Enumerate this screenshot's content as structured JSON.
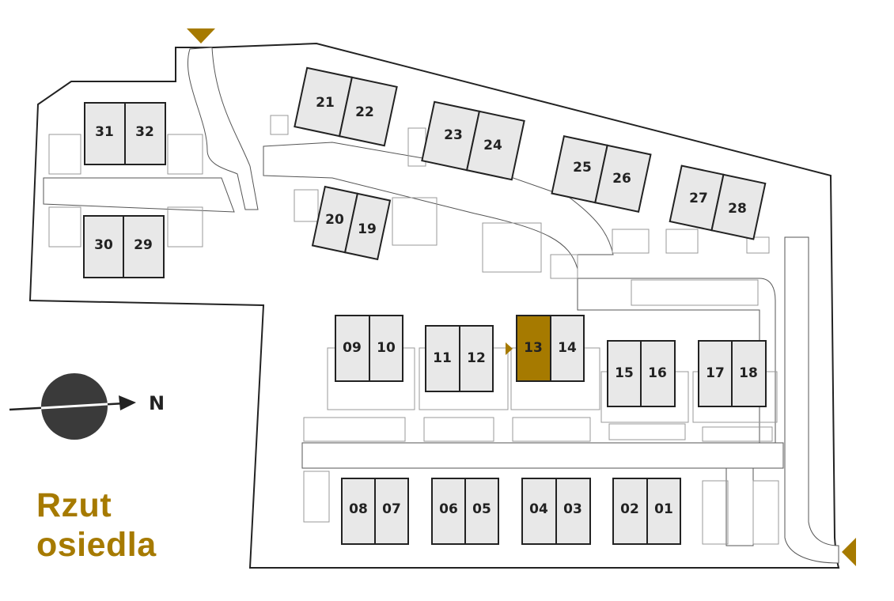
{
  "title": {
    "line1": "Rzut",
    "line2": "osiedla"
  },
  "compass": {
    "label": "N"
  },
  "colors": {
    "accent": "#a67a00",
    "unit_fill": "#e8e8e8",
    "selected_fill": "#a67a00",
    "outline": "#222222"
  },
  "selected_unit": "13",
  "units": {
    "u01": "01",
    "u02": "02",
    "u03": "03",
    "u04": "04",
    "u05": "05",
    "u06": "06",
    "u07": "07",
    "u08": "08",
    "u09": "09",
    "u10": "10",
    "u11": "11",
    "u12": "12",
    "u13": "13",
    "u14": "14",
    "u15": "15",
    "u16": "16",
    "u17": "17",
    "u18": "18",
    "u19": "19",
    "u20": "20",
    "u21": "21",
    "u22": "22",
    "u23": "23",
    "u24": "24",
    "u25": "25",
    "u26": "26",
    "u27": "27",
    "u28": "28",
    "u29": "29",
    "u30": "30",
    "u31": "31",
    "u32": "32"
  }
}
